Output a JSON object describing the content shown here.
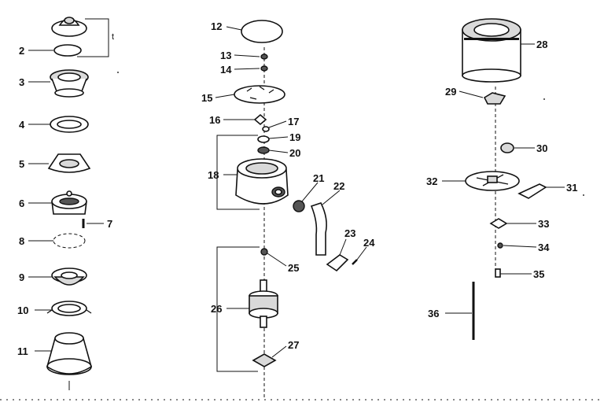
{
  "diagram": {
    "parts": [
      {
        "id": "p2",
        "label": "2"
      },
      {
        "id": "p3",
        "label": "3"
      },
      {
        "id": "p4",
        "label": "4"
      },
      {
        "id": "p5",
        "label": "5"
      },
      {
        "id": "p6",
        "label": "6"
      },
      {
        "id": "p7",
        "label": "7"
      },
      {
        "id": "p8",
        "label": "8"
      },
      {
        "id": "p9",
        "label": "9"
      },
      {
        "id": "p10",
        "label": "10"
      },
      {
        "id": "p11",
        "label": "11"
      },
      {
        "id": "p12",
        "label": "12"
      },
      {
        "id": "p13",
        "label": "13"
      },
      {
        "id": "p14",
        "label": "14"
      },
      {
        "id": "p15",
        "label": "15"
      },
      {
        "id": "p16",
        "label": "16"
      },
      {
        "id": "p17",
        "label": "17"
      },
      {
        "id": "p18",
        "label": "18"
      },
      {
        "id": "p19",
        "label": "19"
      },
      {
        "id": "p20",
        "label": "20"
      },
      {
        "id": "p21",
        "label": "21"
      },
      {
        "id": "p22",
        "label": "22"
      },
      {
        "id": "p23",
        "label": "23"
      },
      {
        "id": "p24",
        "label": "24"
      },
      {
        "id": "p25",
        "label": "25"
      },
      {
        "id": "p26",
        "label": "26"
      },
      {
        "id": "p27",
        "label": "27"
      },
      {
        "id": "p28",
        "label": "28"
      },
      {
        "id": "p29",
        "label": "29"
      },
      {
        "id": "p30",
        "label": "30"
      },
      {
        "id": "p31",
        "label": "31"
      },
      {
        "id": "p32",
        "label": "32"
      },
      {
        "id": "p33",
        "label": "33"
      },
      {
        "id": "p34",
        "label": "34"
      },
      {
        "id": "p35",
        "label": "35"
      },
      {
        "id": "p36",
        "label": "36"
      }
    ]
  }
}
